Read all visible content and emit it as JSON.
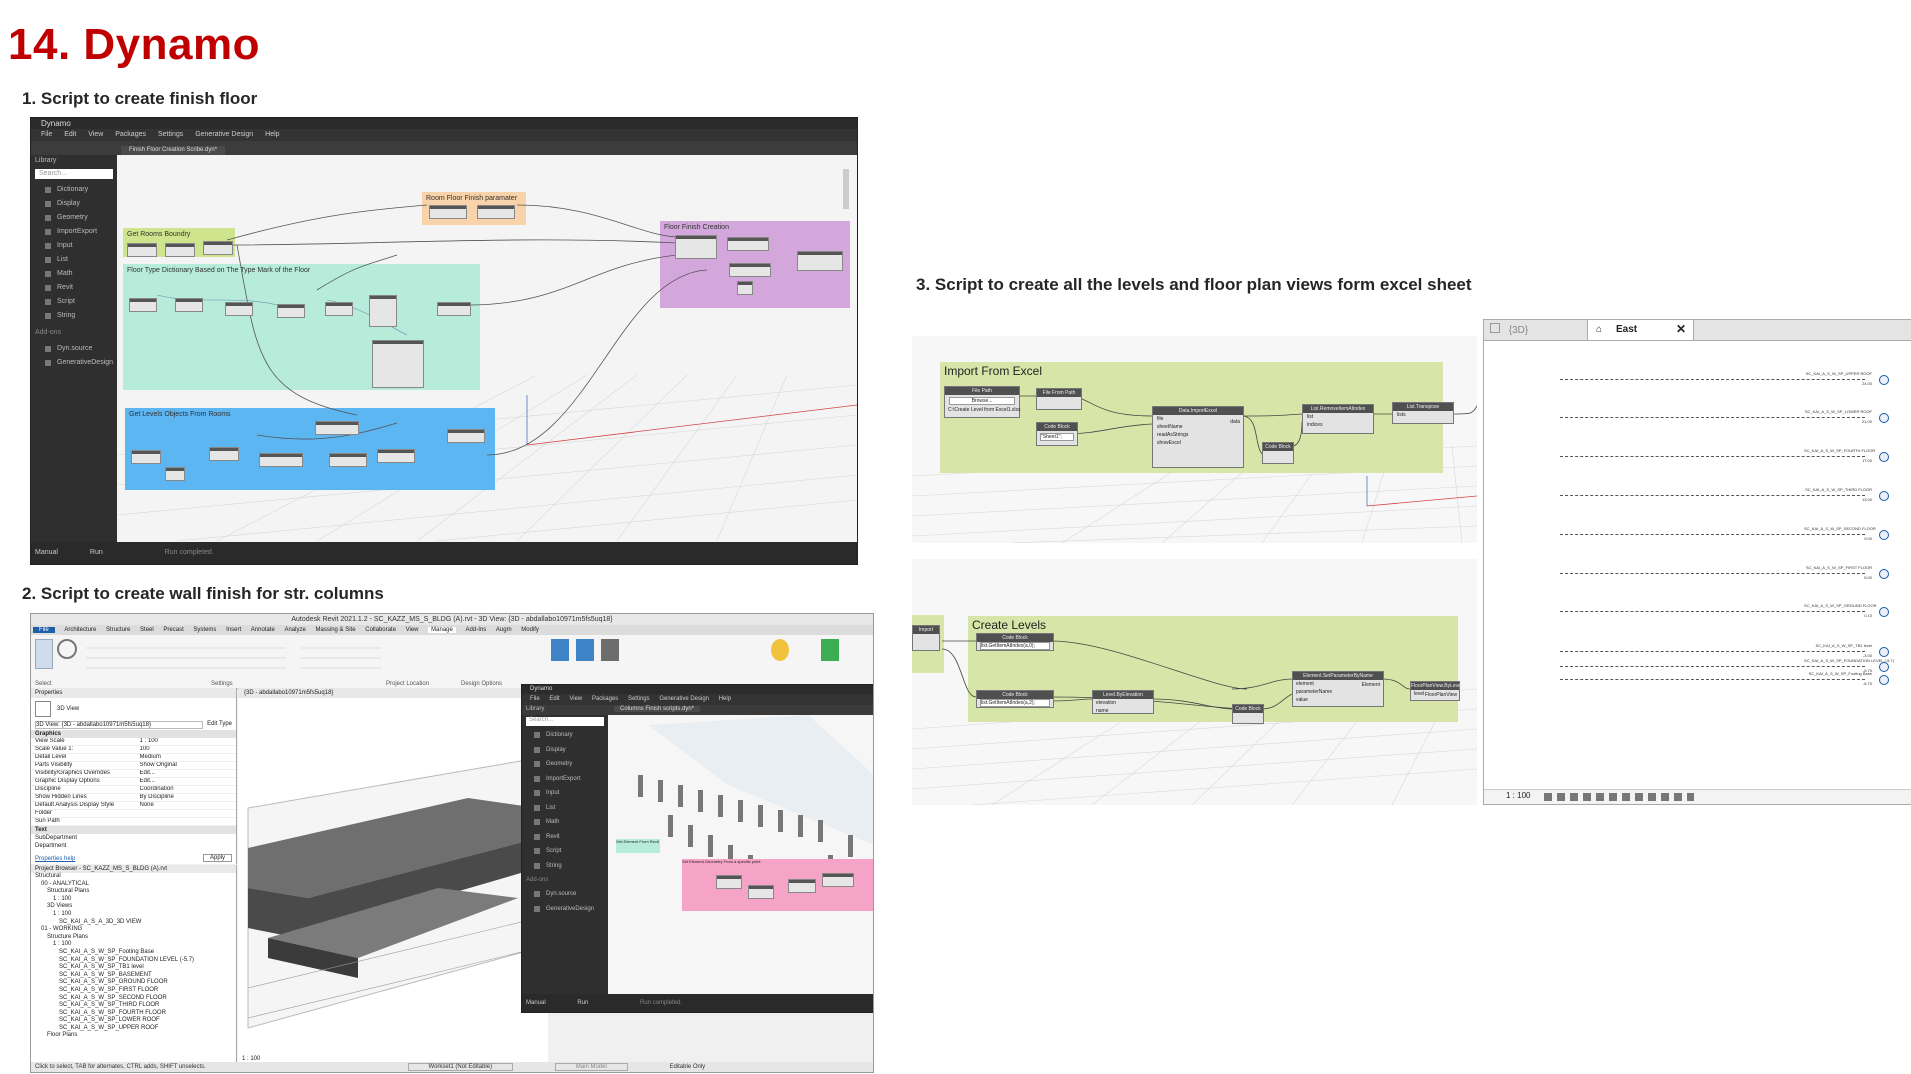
{
  "page": {
    "title": "14.  Dynamo",
    "sections": [
      {
        "label": "1.   Script to create finish floor"
      },
      {
        "label": "2.   Script to create wall finish for str. columns"
      },
      {
        "label": "3.   Script to create all the levels and floor plan views form excel sheet"
      }
    ]
  },
  "dynamo1": {
    "app_name": "Dynamo",
    "menu": [
      "File",
      "Edit",
      "View",
      "Packages",
      "Settings",
      "Generative Design",
      "Help"
    ],
    "file_tab": "Finish Floor Creation Scribe.dyn*",
    "library_label": "Library",
    "search_placeholder": "Search...",
    "library_items": [
      "Dictionary",
      "Display",
      "Geometry",
      "ImportExport",
      "Input",
      "List",
      "Math",
      "Revit",
      "Script",
      "String"
    ],
    "addons_label": "Add-ons",
    "addon_items": [
      "Dyn.source",
      "GenerativeDesign"
    ],
    "groups": {
      "get_rooms": "Get Rooms Boundry",
      "room_param": "Room Floor Finish paramater",
      "floor_creation": "Floor Finish Creation",
      "floor_type": "Floor Type Dictionary Based on The Type Mark of the Floor",
      "levels": "Get Levels Objects From Rooms"
    },
    "run_mode": "Manual",
    "run_button": "Run",
    "status": "Run completed."
  },
  "revit": {
    "window_title": "Autodesk Revit 2021.1.2 - SC_KAZZ_MS_S_BLDG (A).rvt - 3D View: {3D - abdallabo10971m5fs5uq18}",
    "ribbon_tabs": [
      "File",
      "Architecture",
      "Structure",
      "Steel",
      "Precast",
      "Systems",
      "Insert",
      "Annotate",
      "Analyze",
      "Massing & Site",
      "Collaborate",
      "View",
      "Manage",
      "Add-Ins",
      "Augm",
      "Modify"
    ],
    "ribbon_groups": [
      "Select",
      "Settings",
      "Project Location",
      "Design Options"
    ],
    "properties_title": "Properties",
    "view_type": "3D View",
    "view_selector": "3D View: {3D - abdallabo10971m5fs5uq18}",
    "edit_type": "Edit Type",
    "graphics_header": "Graphics",
    "properties": [
      {
        "k": "View Scale",
        "v": "1 : 100"
      },
      {
        "k": "Scale Value    1:",
        "v": "100"
      },
      {
        "k": "Detail Level",
        "v": "Medium"
      },
      {
        "k": "Parts Visibility",
        "v": "Show Original"
      },
      {
        "k": "Visibility/Graphics Overrides",
        "v": "Edit..."
      },
      {
        "k": "Graphic Display Options",
        "v": "Edit..."
      },
      {
        "k": "Discipline",
        "v": "Coordination"
      },
      {
        "k": "Show Hidden Lines",
        "v": "By Discipline"
      },
      {
        "k": "Default Analysis Display Style",
        "v": "None"
      },
      {
        "k": "Folder",
        "v": ""
      },
      {
        "k": "Sun Path",
        "v": ""
      }
    ],
    "text_header": "Text",
    "text_props": [
      "SubDepartment",
      "Department"
    ],
    "properties_help": "Properties help",
    "apply": "Apply",
    "browser_title": "Project Browser - SC_KAZZ_MS_S_BLDG (A).rvt",
    "browser_items": [
      "Structural",
      "00 - ANALYTICAL",
      "Structural Plans",
      "1 : 100",
      "3D Views",
      "1 : 100",
      "SC_KAI_A_S_A_3D_3D VIEW",
      "01 - WORKING",
      "Structure Plans",
      "1 : 100",
      "SC_KAI_A_S_W_SP_Footing Base",
      "SC_KAI_A_S_W_SP_FOUNDATION LEVEL (-5.7)",
      "SC_KAI_A_S_W_SP_TB1 level",
      "SC_KAI_A_S_W_SP_BASEMENT",
      "SC_KAI_A_S_W_SP_GROUND FLOOR",
      "SC_KAI_A_S_W_SP_FIRST FLOOR",
      "SC_KAI_A_S_W_SP_SECOND FLOOR",
      "SC_KAI_A_S_W_SP_THIRD FLOOR",
      "SC_KAI_A_S_W_SP_FOURTH FLOOR",
      "SC_KAI_A_S_W_SP_LOWER ROOF",
      "SC_KAI_A_S_W_SP_UPPER ROOF",
      "Floor Plans"
    ],
    "view_tab": "{3D - abdallabo10971m5fs5uq18}",
    "view_scale": "1 : 100",
    "status_text": "Click to select, TAB for alternates, CTRL adds, SHIFT unselects.",
    "workset": "Workset1 (Not Editable)",
    "main_model": "Main Model",
    "editable_only": "Editable Only"
  },
  "dynamo2": {
    "app_name": "Dynamo",
    "menu": [
      "File",
      "Edit",
      "View",
      "Packages",
      "Settings",
      "Generative Design",
      "Help"
    ],
    "file_tab": "Columns Finish scripts.dyn*",
    "library_label": "Library",
    "search_placeholder": "Search...",
    "library_items": [
      "Dictionary",
      "Display",
      "Geometry",
      "ImportExport",
      "Input",
      "List",
      "Math",
      "Revit",
      "Script",
      "String"
    ],
    "addons_label": "Add-ons",
    "addon_items": [
      "Dyn.source",
      "GenerativeDesign"
    ],
    "group_green": "Get Element From Revit",
    "group_pink": "Set Element Geometry From a specific point",
    "run_mode": "Manual",
    "run_button": "Run",
    "status": "Run completed."
  },
  "import_excel": {
    "group_title": "Import From Excel",
    "nodes": [
      "File Path",
      "File From Path",
      "Data.ImportExcel",
      "List.RemoveItemAtIndex",
      "List.Transpose",
      "Code Block",
      "Code Block"
    ],
    "browse": "Browse...",
    "path_value": "C:\\Create Level from Excel1.xlsx",
    "code_value": "\"Sheet1\";",
    "excel_inputs": [
      "file",
      "sheetName",
      "readAsStrings",
      "showExcel"
    ],
    "excel_output": "data",
    "remove_inputs": [
      "list",
      "indices"
    ],
    "transpose_input": "lists"
  },
  "create_levels": {
    "group_title": "Create Levels",
    "nodes": [
      "Code Block",
      "Code Block",
      "Level.ByElevation",
      "Code Block",
      "Element.SetParameterByName",
      "FloorPlanView.ByLevel"
    ],
    "code_a": "list.GetItemAtIndex(a,0);",
    "code_b": "list.GetItemAtIndex(a,2);",
    "elev_inputs": [
      "elevation",
      "name"
    ],
    "set_inputs": [
      "element",
      "parameterName",
      "value"
    ],
    "set_output": "Element",
    "plan_input": "level",
    "plan_output": "FloorPlanView",
    "left_node": "Import"
  },
  "east_view": {
    "tab_3d": "{3D}",
    "tab_east": "East",
    "scale": "1 : 100",
    "levels": [
      {
        "name": "SC_KAI_A_S_W_SP_UPPER ROOF",
        "elev": "24.00"
      },
      {
        "name": "SC_KAI_A_S_W_SP_LOWER ROOF",
        "elev": "21.00"
      },
      {
        "name": "SC_KAI_A_S_W_SP_FOURTH FLOOR",
        "elev": "17.00"
      },
      {
        "name": "SC_KAI_A_S_W_SP_THIRD FLOOR",
        "elev": "13.00"
      },
      {
        "name": "SC_KAI_A_S_W_SP_SECOND FLOOR",
        "elev": "9.00"
      },
      {
        "name": "SC_KAI_A_S_W_SP_FIRST FLOOR",
        "elev": "5.00"
      },
      {
        "name": "SC_KAI_A_S_W_SP_GROUND FLOOR",
        "elev": "0.10"
      },
      {
        "name": "SC_KAI_A_S_W_SP_TB1 level",
        "elev": "-3.00"
      },
      {
        "name": "SC_KAI_A_S_W_SP_FOUNDATION LEVEL (-5.7)",
        "elev": "-5.70"
      },
      {
        "name": "SC_KAI_A_S_W_SP_Footing Base",
        "elev": "-6.70"
      }
    ]
  },
  "colors": {
    "title": "#c00000",
    "green_group": "#d7e6a8",
    "dyn_dark": "#3a3a3a",
    "blue_group": "#5cb6f2",
    "pink_group": "#f5a3c7",
    "purple_group": "#d3a7dc",
    "mint_group": "#b6ecd9",
    "orange_group": "#f8d2a8",
    "revit_blue": "#1c5fa8"
  }
}
